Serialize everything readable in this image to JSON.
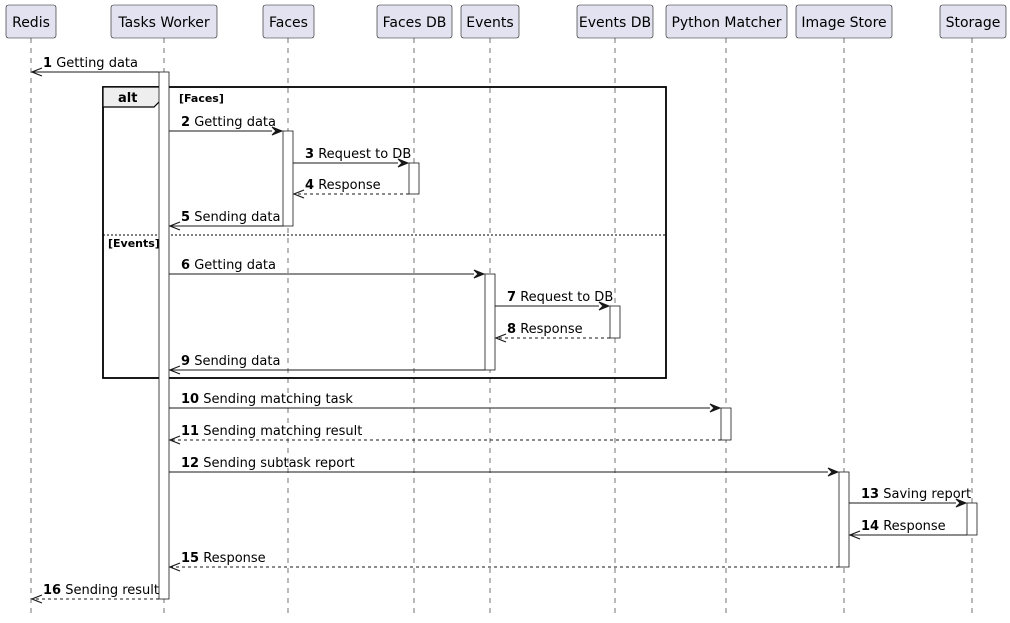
{
  "participants": [
    {
      "id": "redis",
      "label": "Redis"
    },
    {
      "id": "tasks-worker",
      "label": "Tasks Worker"
    },
    {
      "id": "faces",
      "label": "Faces"
    },
    {
      "id": "faces-db",
      "label": "Faces DB"
    },
    {
      "id": "events",
      "label": "Events"
    },
    {
      "id": "events-db",
      "label": "Events DB"
    },
    {
      "id": "python-matcher",
      "label": "Python Matcher"
    },
    {
      "id": "image-store",
      "label": "Image Store"
    },
    {
      "id": "storage",
      "label": "Storage"
    }
  ],
  "frame": {
    "label": "alt",
    "sections": [
      {
        "guard": "[Faces]"
      },
      {
        "guard": "[Events]"
      }
    ]
  },
  "messages": [
    {
      "num": "1",
      "text": "Getting data",
      "from": "tasks-worker",
      "to": "redis",
      "style": "solid"
    },
    {
      "num": "2",
      "text": "Getting data",
      "from": "tasks-worker",
      "to": "faces",
      "style": "solid"
    },
    {
      "num": "3",
      "text": "Request to DB",
      "from": "faces",
      "to": "faces-db",
      "style": "solid"
    },
    {
      "num": "4",
      "text": "Response",
      "from": "faces-db",
      "to": "faces",
      "style": "dashed"
    },
    {
      "num": "5",
      "text": "Sending data",
      "from": "faces",
      "to": "tasks-worker",
      "style": "solid"
    },
    {
      "num": "6",
      "text": "Getting data",
      "from": "tasks-worker",
      "to": "events",
      "style": "solid"
    },
    {
      "num": "7",
      "text": "Request to DB",
      "from": "events",
      "to": "events-db",
      "style": "solid"
    },
    {
      "num": "8",
      "text": "Response",
      "from": "events-db",
      "to": "events",
      "style": "dashed"
    },
    {
      "num": "9",
      "text": "Sending data",
      "from": "events",
      "to": "tasks-worker",
      "style": "solid"
    },
    {
      "num": "10",
      "text": "Sending matching task",
      "from": "tasks-worker",
      "to": "python-matcher",
      "style": "solid"
    },
    {
      "num": "11",
      "text": "Sending matching result",
      "from": "python-matcher",
      "to": "tasks-worker",
      "style": "dashed"
    },
    {
      "num": "12",
      "text": "Sending subtask report",
      "from": "tasks-worker",
      "to": "image-store",
      "style": "solid"
    },
    {
      "num": "13",
      "text": "Saving report",
      "from": "image-store",
      "to": "storage",
      "style": "solid"
    },
    {
      "num": "14",
      "text": "Response",
      "from": "storage",
      "to": "image-store",
      "style": "solid"
    },
    {
      "num": "15",
      "text": "Response",
      "from": "image-store",
      "to": "tasks-worker",
      "style": "dashed"
    },
    {
      "num": "16",
      "text": "Sending result",
      "from": "tasks-worker",
      "to": "redis",
      "style": "dashed"
    }
  ]
}
